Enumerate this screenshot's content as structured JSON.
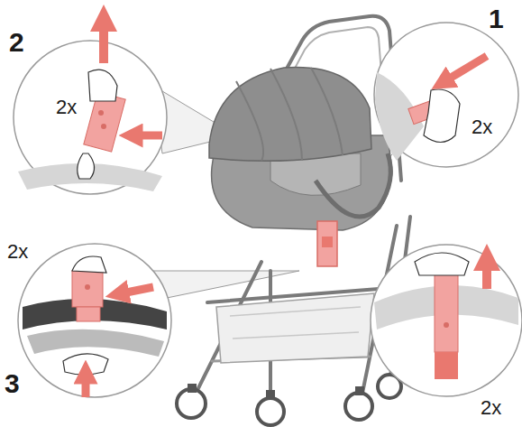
{
  "diagram": {
    "labels": [
      "2",
      "1",
      "2x",
      "2x",
      "2x",
      "3",
      "2x"
    ]
  }
}
